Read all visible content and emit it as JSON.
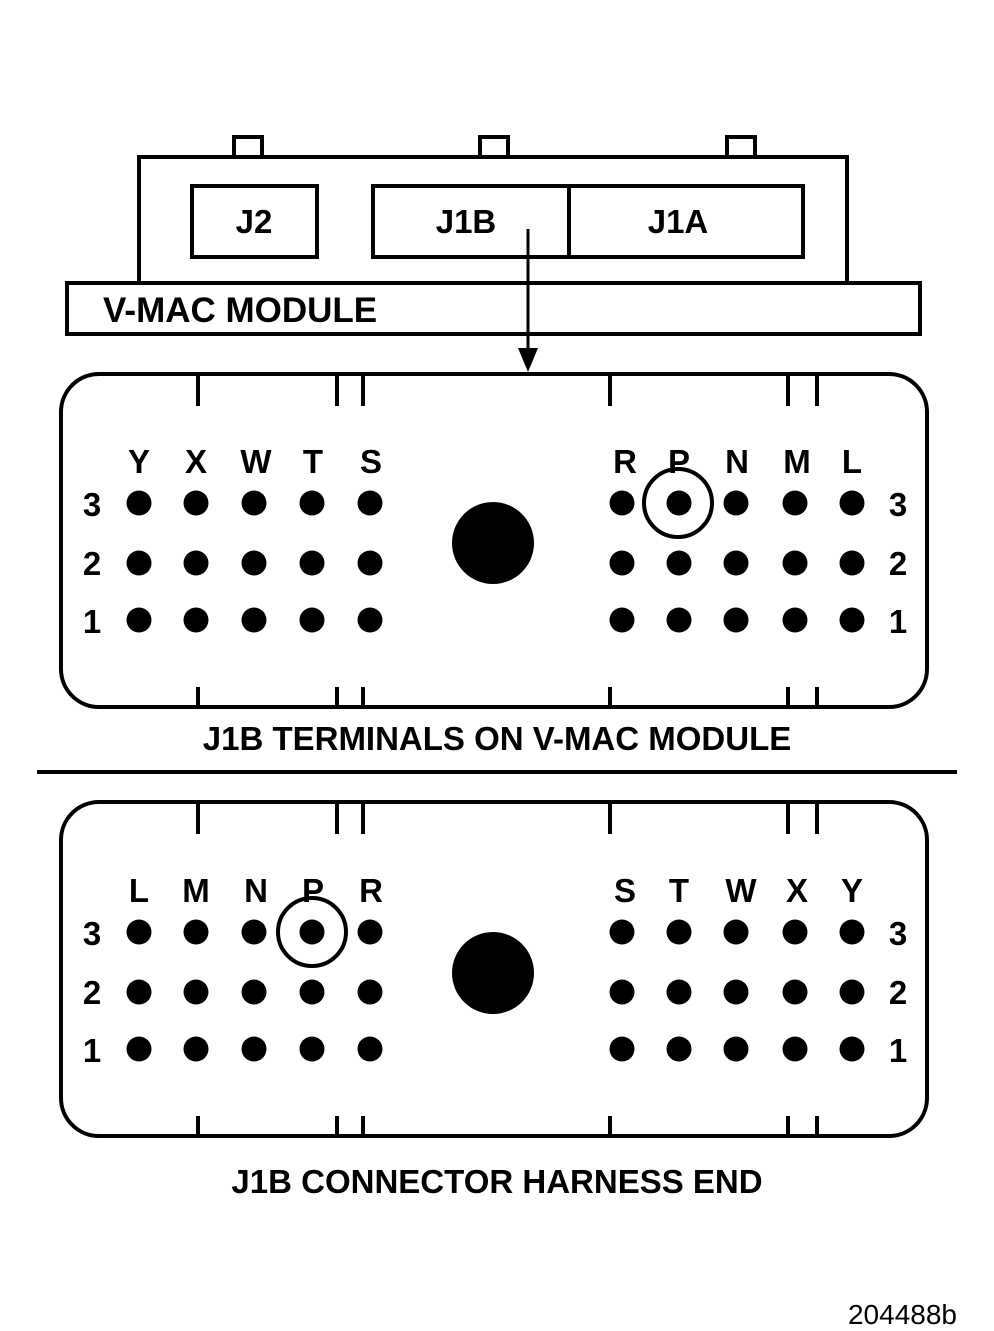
{
  "module": {
    "title": "V-MAC MODULE",
    "sockets": [
      "J2",
      "J1B",
      "J1A"
    ]
  },
  "connectors": [
    {
      "caption": "J1B TERMINALS ON V-MAC MODULE",
      "left_columns": [
        "Y",
        "X",
        "W",
        "T",
        "S"
      ],
      "right_columns": [
        "R",
        "P",
        "N",
        "M",
        "L"
      ],
      "row_labels": [
        "3",
        "2",
        "1"
      ],
      "circled_pin": "P3"
    },
    {
      "caption": "J1B CONNECTOR HARNESS END",
      "left_columns": [
        "L",
        "M",
        "N",
        "P",
        "R"
      ],
      "right_columns": [
        "S",
        "T",
        "W",
        "X",
        "Y"
      ],
      "row_labels": [
        "3",
        "2",
        "1"
      ],
      "circled_pin": "P3"
    }
  ],
  "figure_number": "204488b"
}
